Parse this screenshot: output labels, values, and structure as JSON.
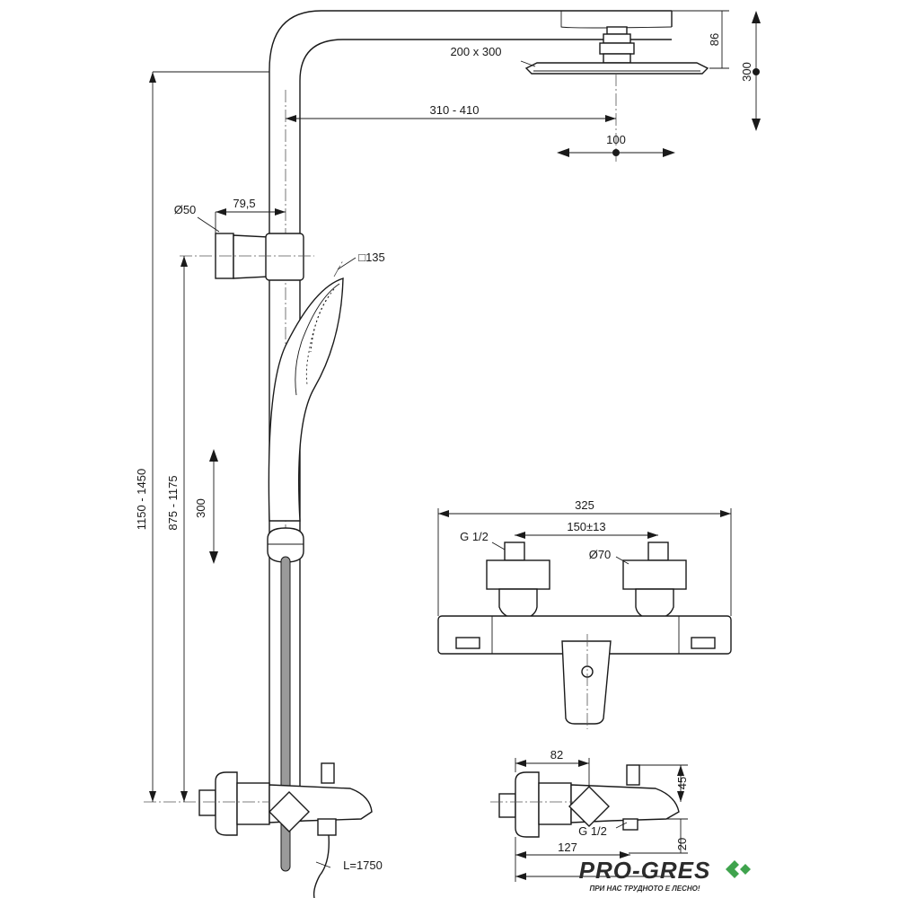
{
  "dimensions": {
    "top_height": "86",
    "head_total": "300",
    "head_size": "200 x 300",
    "arm_reach": "310 - 410",
    "head_adjust": "100",
    "bracket_dia": "Ø50",
    "bracket_offset": "79,5",
    "handshower": "□135",
    "total_height": "1150 - 1450",
    "bracket_height": "875 - 1175",
    "slide_travel": "300",
    "mixer_width": "325",
    "inlet_thread": "G 1/2",
    "inlet_spacing": "150±13",
    "cover_dia": "Ø70",
    "spout_depth": "82",
    "spout_height": "45",
    "outlet_thread": "G 1/2",
    "spout_reach": "127",
    "outlet_drop": "20",
    "hose_length": "L=1750"
  },
  "brand": {
    "name": "PRO-GRES",
    "tagline": "ПРИ НАС ТРУДНОТО Е ЛЕСНО!",
    "color": "#3fa34d"
  }
}
